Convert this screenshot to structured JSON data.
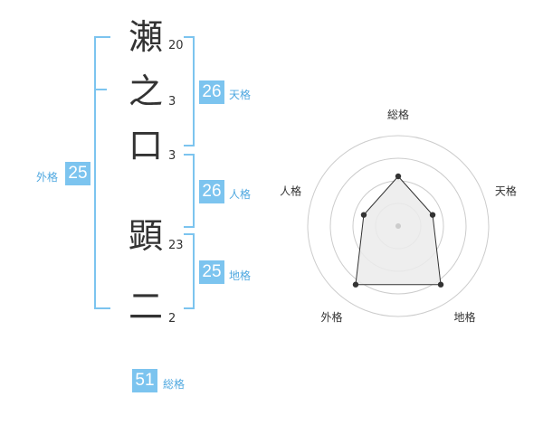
{
  "name": {
    "chars": [
      {
        "char": "瀬",
        "strokes": "20"
      },
      {
        "char": "之",
        "strokes": "3"
      },
      {
        "char": "口",
        "strokes": "3"
      },
      {
        "char": "顕",
        "strokes": "23"
      },
      {
        "char": "二",
        "strokes": "2"
      }
    ]
  },
  "fortunes": {
    "tenkaku": {
      "value": "26",
      "label": "天格"
    },
    "jinkaku": {
      "value": "26",
      "label": "人格"
    },
    "chikaku": {
      "value": "25",
      "label": "地格"
    },
    "gaikaku": {
      "value": "25",
      "label": "外格"
    },
    "soukaku": {
      "value": "51",
      "label": "総格"
    }
  },
  "chart_data": {
    "type": "radar",
    "axes": [
      "総格",
      "天格",
      "地格",
      "外格",
      "人格"
    ],
    "values": [
      0.55,
      0.4,
      0.8,
      0.8,
      0.4
    ],
    "rings": 4,
    "colors": {
      "fill": "#ebebeb",
      "stroke": "#333333",
      "grid": "#cccccc"
    }
  }
}
